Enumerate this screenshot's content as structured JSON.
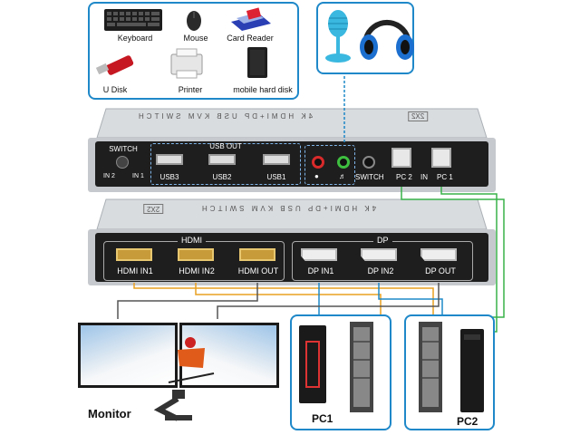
{
  "peripherals": {
    "keyboard": "Keyboard",
    "mouse": "Mouse",
    "card_reader": "Card Reader",
    "u_disk": "U Disk",
    "printer": "Printer",
    "hard_disk": "mobile hard disk"
  },
  "top_unit": {
    "title": "4K HDMI+DP USB KVM SWITCH",
    "badge": "2X2",
    "switch_label": "SWITCH",
    "in2": "IN 2",
    "in1": "IN 1",
    "usb_out": "USB OUT",
    "usb3": "USB3",
    "usb2": "USB2",
    "usb1": "USB1",
    "switch_btn": "SWITCH",
    "pc2": "PC 2",
    "in": "IN",
    "pc1": "PC 1"
  },
  "bottom_unit": {
    "title": "4K HDMI+DP USB KVM SWITCH",
    "badge": "2X2",
    "hdmi": "HDMI",
    "dp": "DP",
    "hdmi_in1": "HDMI IN1",
    "hdmi_in2": "HDMI IN2",
    "hdmi_out": "HDMI OUT",
    "dp_in1": "DP IN1",
    "dp_in2": "DP IN2",
    "dp_out": "DP OUT"
  },
  "labels": {
    "monitor": "Monitor",
    "pc1": "PC1",
    "pc2": "PC2"
  },
  "colors": {
    "cable_blue": "#1e88c8",
    "cable_orange": "#e8a020",
    "cable_green": "#38b24a",
    "cable_gray": "#555555",
    "box_border": "#1e88c8"
  }
}
